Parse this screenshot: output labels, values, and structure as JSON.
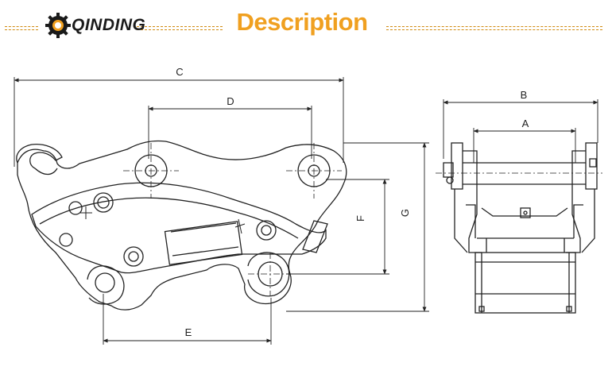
{
  "header": {
    "brand_name": "QINDING",
    "brand_mark": "Q",
    "title": "Description",
    "accent_color": "#f0a020",
    "gear_icon": "gear-icon"
  },
  "dimensions": {
    "A": "A",
    "B": "B",
    "C": "C",
    "D": "D",
    "E": "E",
    "F": "F",
    "G": "G"
  }
}
